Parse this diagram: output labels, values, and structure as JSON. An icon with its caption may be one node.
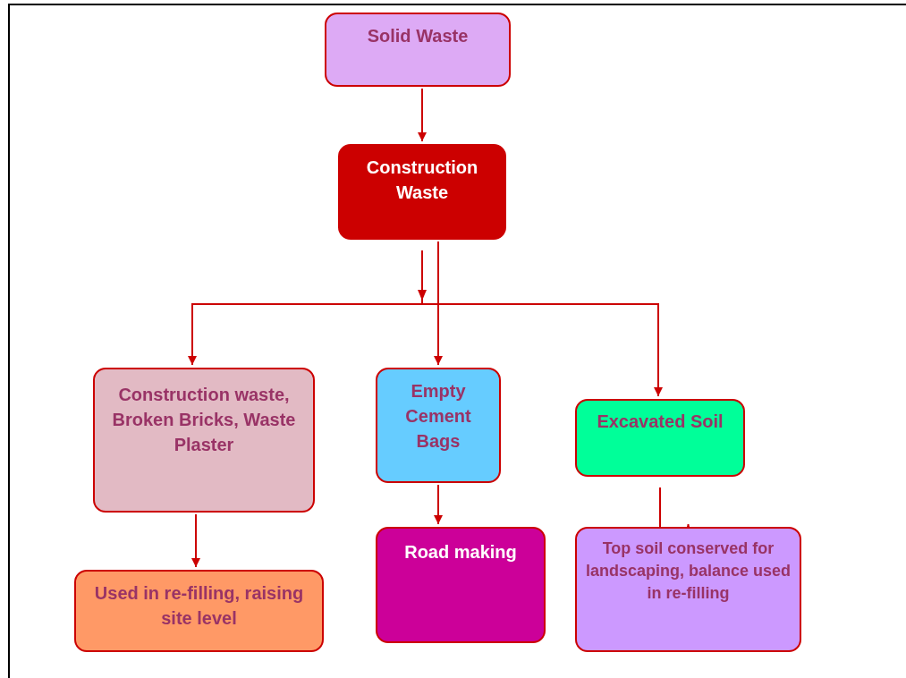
{
  "diagram": {
    "nodes": [
      {
        "text": [
          "Solid Waste"
        ]
      },
      {
        "text": [
          "Construction Waste"
        ]
      },
      {
        "text": [
          "Construction waste, Broken Bricks, Waste Plaster"
        ]
      },
      {
        "text": [
          "Empty Cement Bags"
        ]
      },
      {
        "text": [
          "Excavated Soil"
        ]
      },
      {
        "text": [
          "Used in re-filling, raising site level"
        ]
      },
      {
        "text": [
          "Road making"
        ]
      },
      {
        "text": [
          "Top soil conserved for landscaping, balance used in re-filling"
        ]
      }
    ],
    "edges": [
      {
        "from": 0,
        "to": 1,
        "arrow": "to"
      },
      {
        "from": 1,
        "to": 2,
        "arrow": "to"
      },
      {
        "from": 1,
        "to": 3,
        "arrow": "to"
      },
      {
        "from": 1,
        "to": 4,
        "arrow": "to"
      },
      {
        "from": 2,
        "to": 5,
        "arrow": "to"
      },
      {
        "from": 3,
        "to": 6,
        "arrow": "to"
      },
      {
        "from": 4,
        "to": 7,
        "arrow": "to"
      }
    ]
  }
}
